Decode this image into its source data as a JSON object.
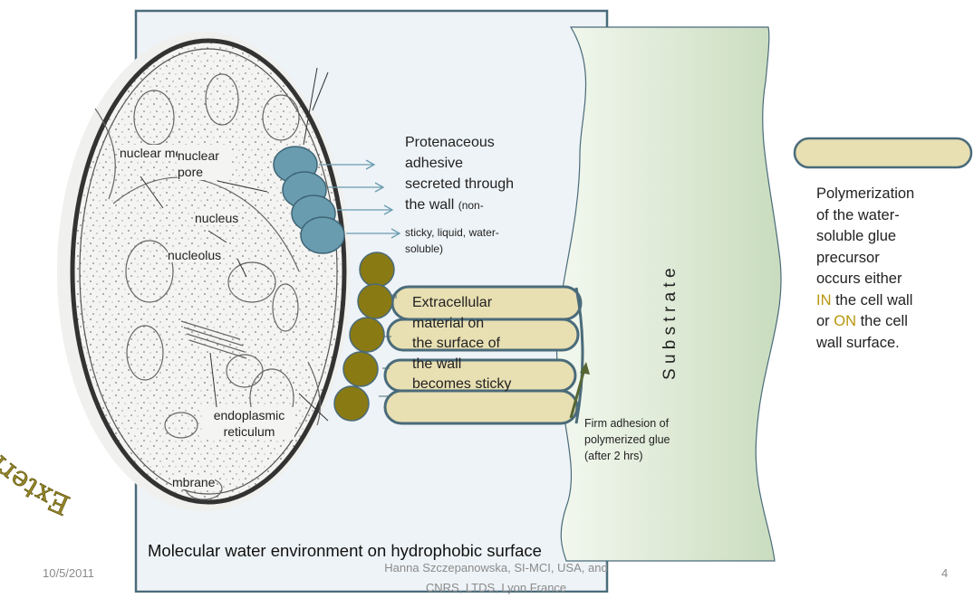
{
  "arc_title": "External wall- glycosylated proteins",
  "cell_labels": {
    "nuclear_membrane": "nuclear membrane",
    "nuclear_pore": "nuclear pore",
    "nucleus": "nucleus",
    "nucleolus": "nucleolus",
    "endoplasmic_reticulum": "endoplasmic reticulum",
    "membrane": "mbrane"
  },
  "protein_text": {
    "line1": "Protenaceous",
    "line2": "adhesive",
    "line3": "secreted through",
    "line4": "the wall",
    "small1": "(non-",
    "small2": "sticky, liquid, water-",
    "small3": "soluble)"
  },
  "extracellular_text": {
    "line1": "Extracellular",
    "line2": "material on",
    "line3": "the surface of",
    "line4": "the  wall",
    "line5": "becomes sticky"
  },
  "substrate_label": "S u b s t r a t e",
  "firm_adhesion": {
    "line1": "Firm adhesion of",
    "line2": "polymerized glue",
    "line3": "(after 2 hrs)"
  },
  "polymerization": {
    "line1": "Polymerization",
    "line2": "of  the water-",
    "line3": "soluble glue",
    "line4": "precursor",
    "line5_a": "occurs either",
    "in_word": "IN",
    "line6_b": " the cell wall",
    "or_word": "or ",
    "on_word": "ON",
    "line7_b": " the cell",
    "line8": "wall surface."
  },
  "bottom_caption": "Molecular water environment on hydrophobic surface",
  "footer": {
    "date": "10/5/2011",
    "author1": "Hanna Szczepanowska, SI-MCI, USA, and",
    "author2": "CNRS, LTDS, Lyon France",
    "page": "4"
  },
  "colors": {
    "box_fill": "#eef3f7",
    "box_border": "#4a6b7a",
    "blue_circle": "#6a9cb0",
    "olive_circle": "#8a7a14",
    "pill_fill": "#e8dfb2",
    "pill_border": "#4a6b7a",
    "substrate_fill": "#dbe8d2",
    "highlight": "#b8960c",
    "arc_text": "#8a7a14"
  }
}
